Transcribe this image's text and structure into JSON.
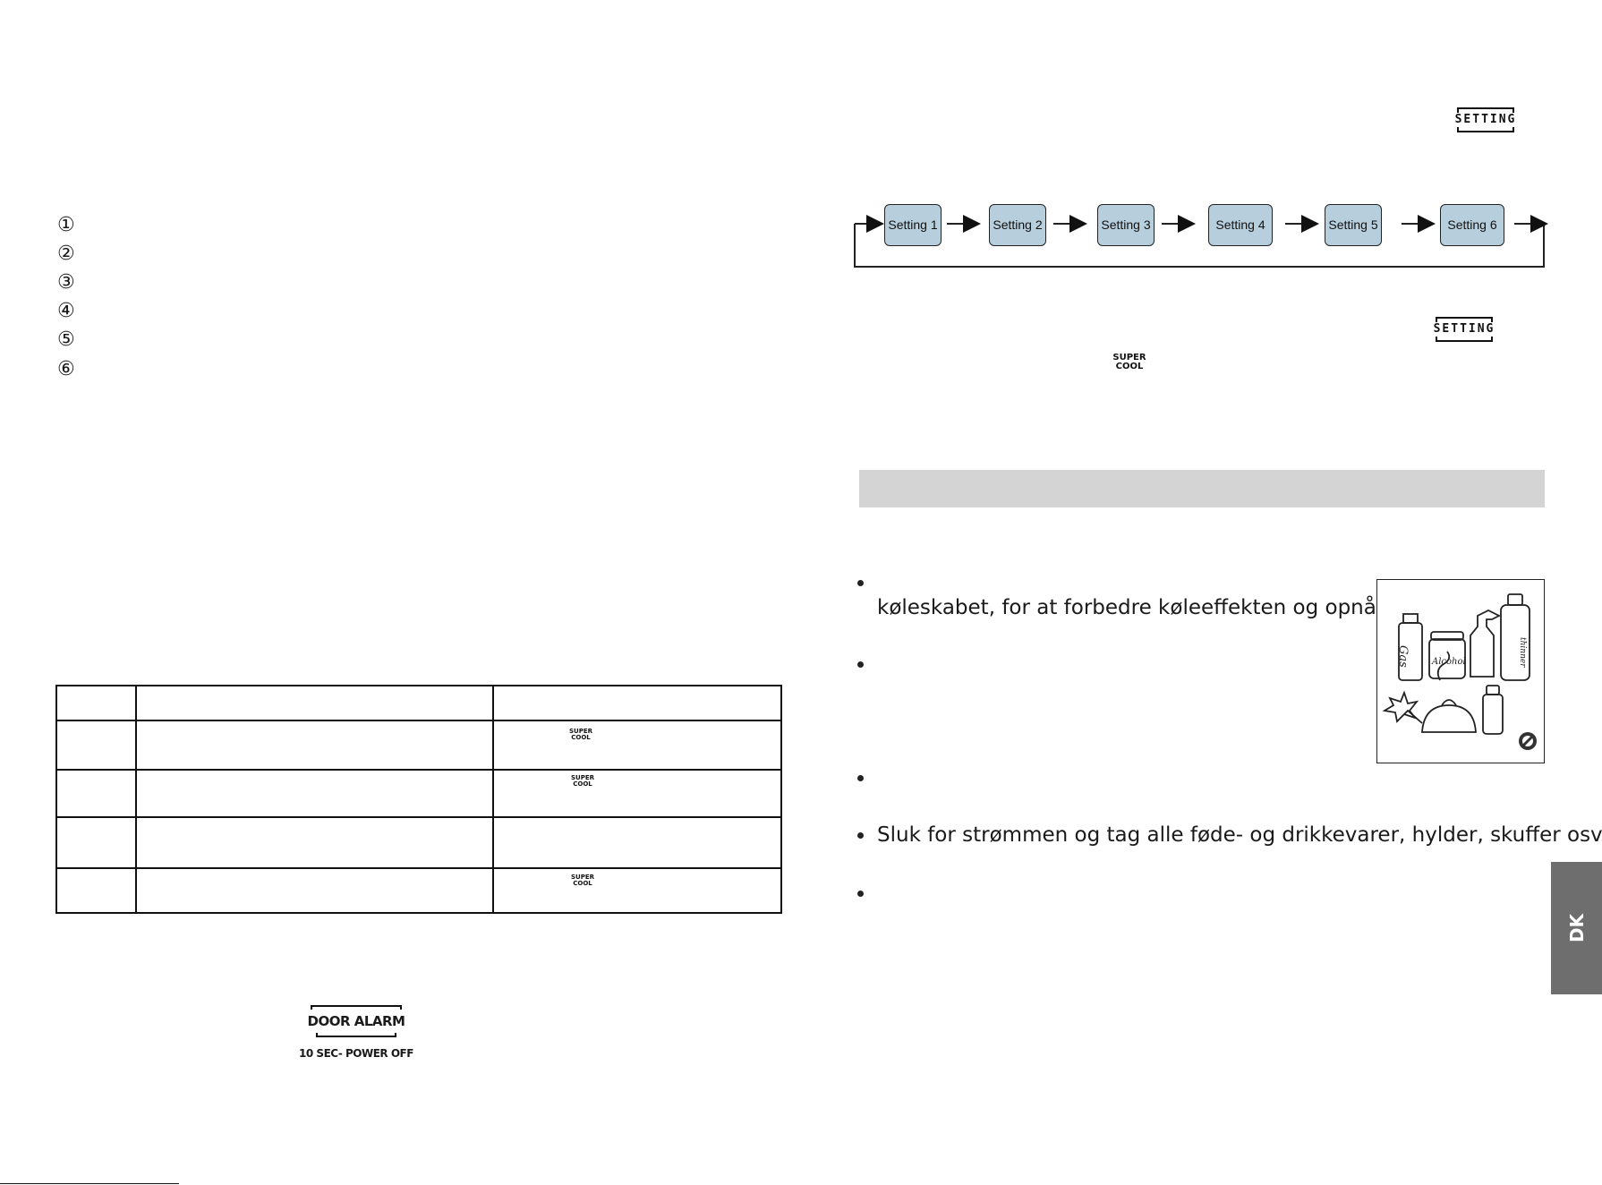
{
  "left_page": {
    "numbered_markers": [
      "①",
      "②",
      "③",
      "④",
      "⑤",
      "⑥"
    ],
    "table": {
      "super_cool_label_line1": "SUPER",
      "super_cool_label_line2": "COOL"
    },
    "door_alarm": {
      "label": "DOOR ALARM",
      "sublabel": "10 SEC- POWER OFF"
    }
  },
  "right_page": {
    "setting_icon_label": "SETTING",
    "flow": [
      "Setting 1",
      "Setting 2",
      "Setting 3",
      "Setting 4",
      "Setting 5",
      "Setting 6"
    ],
    "super_cool_icon": {
      "line1": "SUPER",
      "line2": "COOL"
    },
    "bullets": [
      "",
      "køleskabet, for at forbedre køleeffekten og opnå",
      "",
      "",
      "Sluk for strømmen og tag alle føde- og drikkevarer, hylder, skuffer osv.",
      ""
    ],
    "illustration_labels": {
      "gas": "Gas",
      "alcohol": "Alcohol",
      "thinner": "thinner"
    },
    "language_tab": "DK"
  }
}
